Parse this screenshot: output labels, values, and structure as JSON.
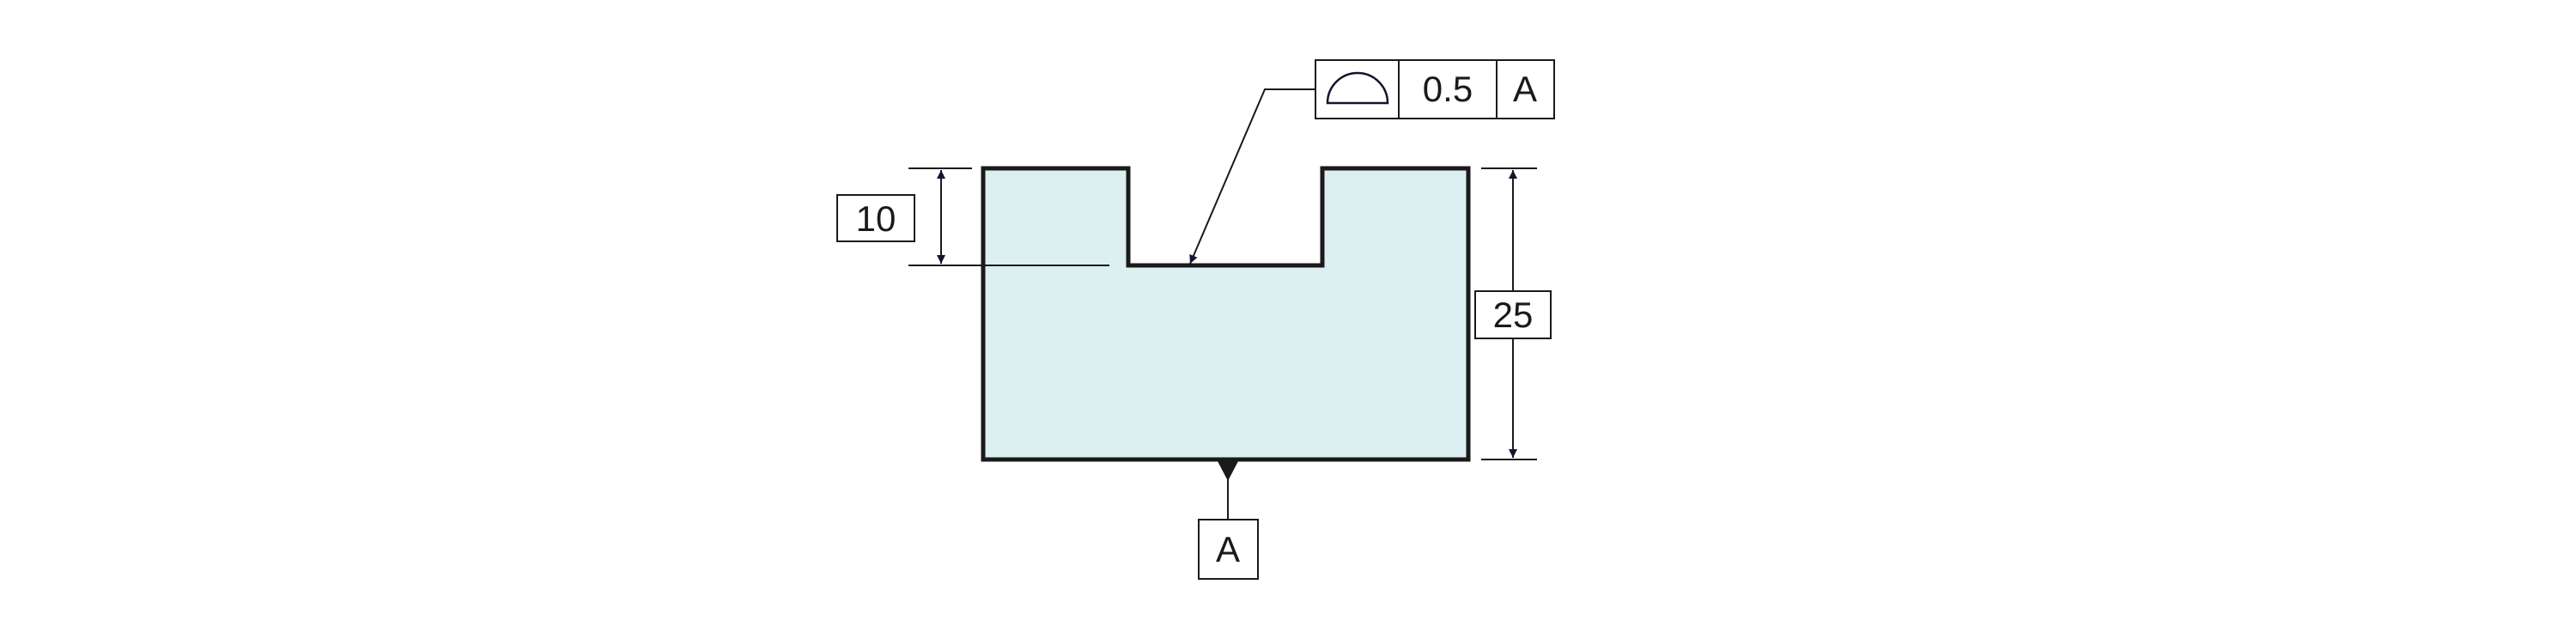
{
  "diagram": {
    "dimensions": {
      "step_depth": "10",
      "overall_height": "25"
    },
    "feature_control_frame": {
      "symbol": "profile-of-a-line-icon",
      "tolerance": "0.5",
      "datum_reference": "A"
    },
    "datum_feature": {
      "label": "A"
    },
    "colors": {
      "part_fill": "#dceff1",
      "line": "#1a1a1a",
      "arrow": "#14142e"
    }
  }
}
